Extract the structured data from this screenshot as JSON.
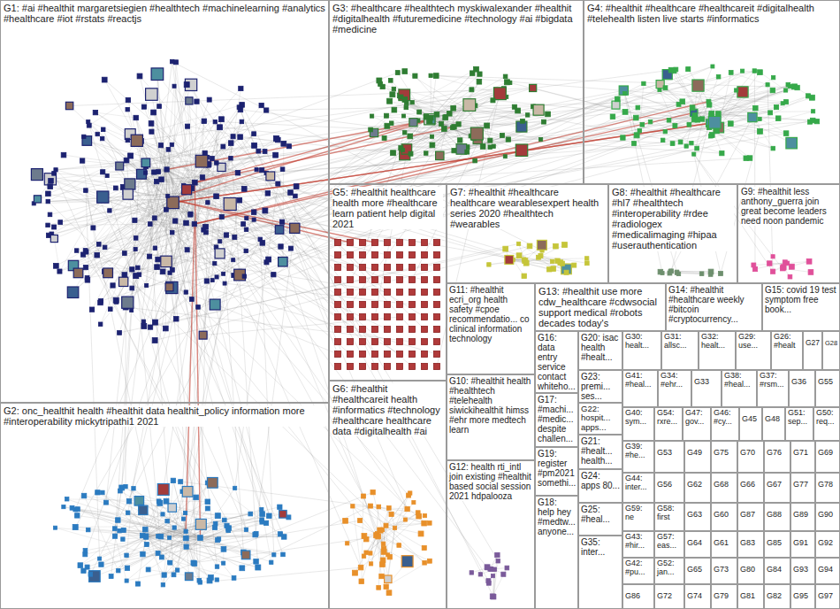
{
  "diagram": {
    "nodes": [
      {
        "text": [
          "G1: #ai #healthit margaretsiegien #healthtech #machinelearning #analytics #healthcare #iot #rstats #reactjs"
        ]
      },
      {
        "text": [
          "G2: onc_healthit health #healthit data healthit_policy information more #interoperability mickytripathi1 2021"
        ]
      },
      {
        "text": [
          "G3: #healthcare #healthtech myskiwalexander #healthit #digitalhealth #futuremedicine #technology #ai #bigdata #medicine"
        ]
      },
      {
        "text": [
          "G4: #healthit #healthcare #healthcareit #digitalhealth #telehealth listen live starts #informatics"
        ]
      },
      {
        "text": [
          "G5: #healthit healthcare health more #healthcare learn patient help digital 2021"
        ]
      },
      {
        "text": [
          "G6: #healthit #healthcareit health #informatics #technology #healthcare healthcare data #digitalhealth #ai"
        ]
      },
      {
        "text": [
          "G7: #healthit #healthcare healthcare wearablesexpert health series 2020 #healthtech #wearables"
        ]
      },
      {
        "text": [
          "G8: #healthit #healthcare #hl7 #healthtech #interoperability #rdee #radiologex #medicalimaging #hipaa #userauthentication"
        ]
      },
      {
        "text": [
          "G9: #healthit less anthony_guerra join great become leaders need noon pandemic"
        ]
      },
      {
        "text": [
          "G10: #healthit health #healthtech #telehealth siwickihealthit himss #ehr more medtech learn"
        ]
      },
      {
        "text": [
          "G11: #healthit ecri_org health safety #cpoe recommendatio... co clinical information technology"
        ]
      },
      {
        "text": [
          "G12: health rti_intl join existing #healthit based social session 2021 hdpalooza"
        ]
      },
      {
        "text": [
          "G13: #healthit use more cdw_healthcare #cdwsocial support medical #robots decades today's"
        ]
      },
      {
        "text": [
          "G14: #healthit #healthcare weekly #bitcoin #cryptocurrency..."
        ]
      },
      {
        "text": [
          "G15: covid 19 test symptom free book..."
        ]
      },
      {
        "text": [
          "G16: data entry service contact whiteho..."
        ]
      },
      {
        "text": [
          "G17: #machi... #medic... despite challen..."
        ]
      },
      {
        "text": [
          "G18: help hey #medtw... anyone..."
        ]
      },
      {
        "text": [
          "G19: register #pm2021 somethi..."
        ]
      },
      {
        "text": [
          "G20: isac health #healt..."
        ]
      },
      {
        "text": [
          "G21: #healt... health..."
        ]
      },
      {
        "text": [
          "G22: hospit... apps..."
        ]
      },
      {
        "text": [
          "G23: premi... ses..."
        ]
      },
      {
        "text": [
          "G24: apps 80..."
        ]
      },
      {
        "text": [
          "G25: #heal..."
        ]
      },
      {
        "text": [
          "G35: inter..."
        ]
      },
      {
        "text": [
          "G30: healt..."
        ]
      },
      {
        "text": [
          "G31: allsc..."
        ]
      },
      {
        "text": [
          "G32: healt..."
        ]
      },
      {
        "text": [
          "G29: use..."
        ]
      },
      {
        "text": [
          "G26: #healt"
        ]
      },
      {
        "text": [
          "G27"
        ]
      },
      {
        "text": [
          "G28"
        ]
      },
      {
        "text": [
          "G41: #heal..."
        ]
      },
      {
        "text": [
          "G34: #ehr..."
        ]
      },
      {
        "text": [
          "G33"
        ]
      },
      {
        "text": [
          "G38: #heal..."
        ]
      },
      {
        "text": [
          "G37: #rsm..."
        ]
      },
      {
        "text": [
          "G36"
        ]
      },
      {
        "text": [
          "G55"
        ]
      },
      {
        "text": [
          "G40: sym..."
        ]
      },
      {
        "text": [
          "G54: rxre..."
        ]
      },
      {
        "text": [
          "G47: gov..."
        ]
      },
      {
        "text": [
          "G46: #cy..."
        ]
      },
      {
        "text": [
          "G45"
        ]
      },
      {
        "text": [
          "G48"
        ]
      },
      {
        "text": [
          "G51: sep..."
        ]
      },
      {
        "text": [
          "G50: req..."
        ]
      },
      {
        "text": [
          "G39: #he..."
        ]
      },
      {
        "text": [
          "G53"
        ]
      },
      {
        "text": [
          "G49"
        ]
      },
      {
        "text": [
          "G75"
        ]
      },
      {
        "text": [
          "G70"
        ]
      },
      {
        "text": [
          "G76"
        ]
      },
      {
        "text": [
          "G71"
        ]
      },
      {
        "text": [
          "G69"
        ]
      },
      {
        "text": [
          "G44: inter..."
        ]
      },
      {
        "text": [
          "G56"
        ]
      },
      {
        "text": [
          "G62"
        ]
      },
      {
        "text": [
          "G68"
        ]
      },
      {
        "text": [
          "G66"
        ]
      },
      {
        "text": [
          "G67"
        ]
      },
      {
        "text": [
          "G77"
        ]
      },
      {
        "text": [
          "G78"
        ]
      },
      {
        "text": [
          "G59: ne"
        ]
      },
      {
        "text": [
          "G58: first"
        ]
      },
      {
        "text": [
          "G63"
        ]
      },
      {
        "text": [
          "G60"
        ]
      },
      {
        "text": [
          "G87"
        ]
      },
      {
        "text": [
          "G88"
        ]
      },
      {
        "text": [
          "G89"
        ]
      },
      {
        "text": [
          "G90"
        ]
      },
      {
        "text": [
          "G43: #hir..."
        ]
      },
      {
        "text": [
          "G57: eas..."
        ]
      },
      {
        "text": [
          "G64"
        ]
      },
      {
        "text": [
          "G61"
        ]
      },
      {
        "text": [
          "G83"
        ]
      },
      {
        "text": [
          "G85"
        ]
      },
      {
        "text": [
          "G91"
        ]
      },
      {
        "text": [
          "G92"
        ]
      },
      {
        "text": [
          "G42: #pu..."
        ]
      },
      {
        "text": [
          "G52: jan..."
        ]
      },
      {
        "text": [
          "G65"
        ]
      },
      {
        "text": [
          "G73"
        ]
      },
      {
        "text": [
          "G80"
        ]
      },
      {
        "text": [
          "G84"
        ]
      },
      {
        "text": [
          "G93"
        ]
      },
      {
        "text": [
          "G94"
        ]
      },
      {
        "text": [
          "G86"
        ]
      },
      {
        "text": [
          "G72"
        ]
      },
      {
        "text": [
          "G74"
        ]
      },
      {
        "text": [
          "G79"
        ]
      },
      {
        "text": [
          "G81"
        ]
      },
      {
        "text": [
          "G82"
        ]
      },
      {
        "text": [
          "G95"
        ]
      },
      {
        "text": [
          "G97"
        ]
      }
    ]
  }
}
